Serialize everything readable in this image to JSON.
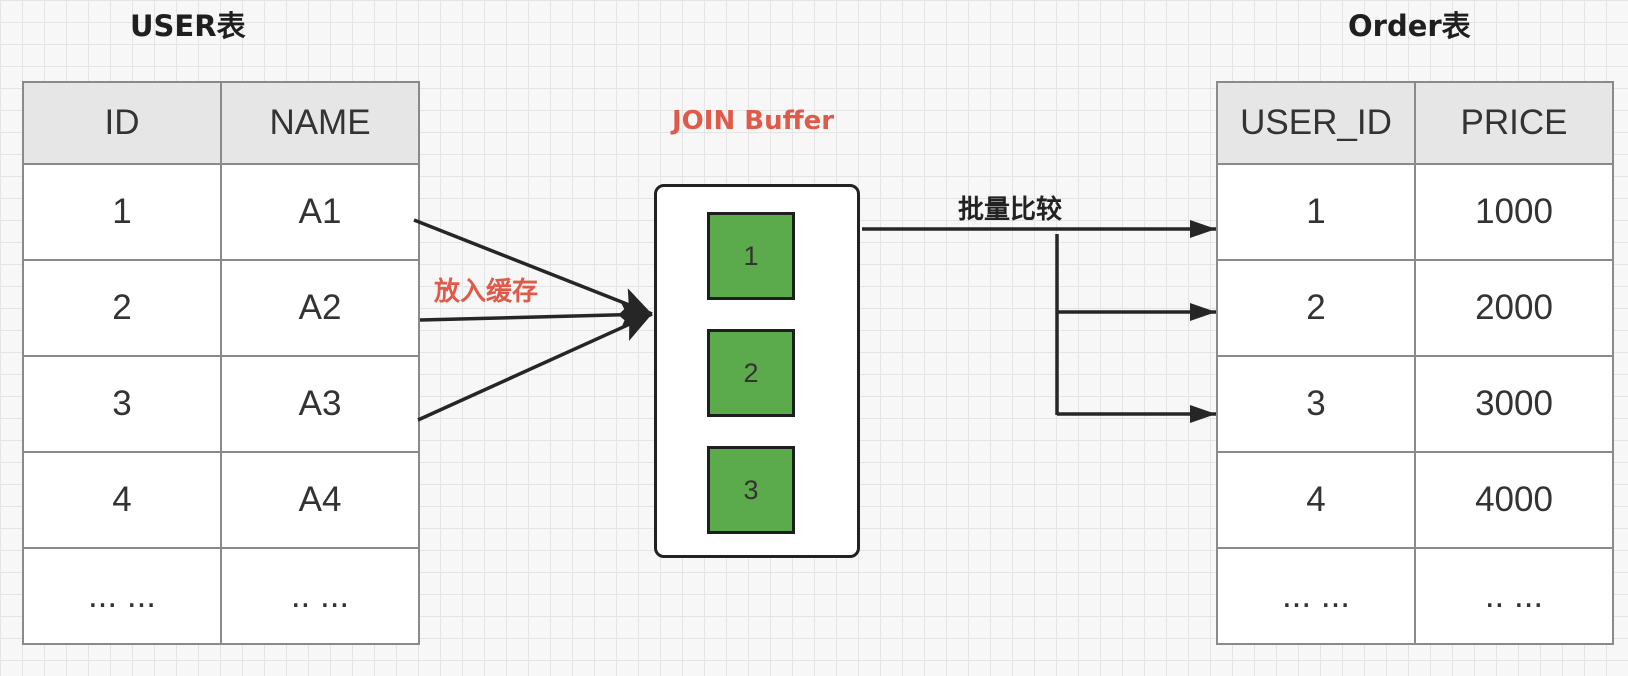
{
  "user_table": {
    "title": "USER表",
    "headers": [
      "ID",
      "NAME"
    ],
    "rows": [
      [
        "1",
        "A1"
      ],
      [
        "2",
        "A2"
      ],
      [
        "3",
        "A3"
      ],
      [
        "4",
        "A4"
      ],
      [
        "... ...",
        ".. ..."
      ]
    ]
  },
  "order_table": {
    "title": "Order表",
    "headers": [
      "USER_ID",
      "PRICE"
    ],
    "rows": [
      [
        "1",
        "1000"
      ],
      [
        "2",
        "2000"
      ],
      [
        "3",
        "3000"
      ],
      [
        "4",
        "4000"
      ],
      [
        "... ...",
        ".. ..."
      ]
    ]
  },
  "join_buffer": {
    "title": "JOIN Buffer",
    "slots": [
      "1",
      "2",
      "3"
    ],
    "fill_color": "#5bab4c"
  },
  "labels": {
    "put_into_cache": "放入缓存",
    "batch_compare": "批量比较"
  },
  "colors": {
    "label_red": "#e05a4a",
    "header_fill": "#e6e6e6",
    "border": "#8a8a8a"
  }
}
